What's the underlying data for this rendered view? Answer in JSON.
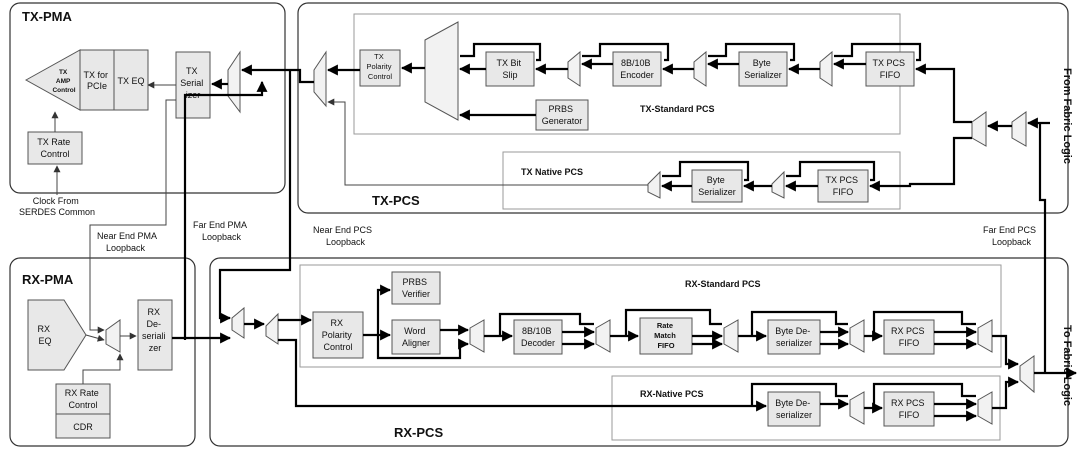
{
  "sections": {
    "tx_pma": "TX-PMA",
    "tx_pcs": "TX-PCS",
    "rx_pma": "RX-PMA",
    "rx_pcs": "RX-PCS"
  },
  "groups": {
    "tx_standard_pcs": "TX-Standard PCS",
    "tx_native_pcs": "TX Native PCS",
    "rx_standard_pcs": "RX-Standard PCS",
    "rx_native_pcs": "RX-Native PCS"
  },
  "side_labels": {
    "from_fabric": "From Fabric Logic",
    "to_fabric": "To Fabric Logic"
  },
  "blocks": {
    "tx_amp_control": [
      "TX",
      "AMP",
      "Control"
    ],
    "tx_for_pcie": [
      "TX for",
      "PCIe"
    ],
    "tx_eq": [
      "TX EQ"
    ],
    "tx_serializer": [
      "TX",
      "Serial",
      "izer"
    ],
    "tx_rate_control": [
      "TX Rate",
      "Control"
    ],
    "tx_polarity_control": [
      "TX",
      "Polarity",
      "Control"
    ],
    "tx_bit_slip": [
      "TX Bit",
      "Slip"
    ],
    "tx_8b10b_encoder": [
      "8B/10B",
      "Encoder"
    ],
    "tx_byte_serializer": [
      "Byte",
      "Serializer"
    ],
    "tx_pcs_fifo": [
      "TX PCS",
      "FIFO"
    ],
    "prbs_generator": [
      "PRBS",
      "Generator"
    ],
    "tx_native_byte_serializer": [
      "Byte",
      "Serializer"
    ],
    "tx_native_pcs_fifo": [
      "TX PCS",
      "FIFO"
    ],
    "rx_eq": [
      "RX",
      "EQ"
    ],
    "rx_deserializer": [
      "RX",
      "De-",
      "seriali",
      "zer"
    ],
    "rx_rate_control": [
      "RX Rate",
      "Control"
    ],
    "cdr": [
      "CDR"
    ],
    "rx_polarity_control": [
      "RX",
      "Polarity",
      "Control"
    ],
    "prbs_verifier": [
      "PRBS",
      "Verifier"
    ],
    "word_aligner": [
      "Word",
      "Aligner"
    ],
    "rx_8b10b_decoder": [
      "8B/10B",
      "Decoder"
    ],
    "rate_match_fifo": [
      "Rate",
      "Match",
      "FIFO"
    ],
    "rx_byte_deserializer": [
      "Byte De-",
      "serializer"
    ],
    "rx_pcs_fifo": [
      "RX PCS",
      "FIFO"
    ],
    "rx_native_byte_deserializer": [
      "Byte De-",
      "serializer"
    ],
    "rx_native_pcs_fifo": [
      "RX PCS",
      "FIFO"
    ]
  },
  "notes": {
    "clock_from_serdes": [
      "Clock From",
      "SERDES Common"
    ],
    "near_end_pma_loopback": [
      "Near End PMA",
      "Loopback"
    ],
    "far_end_pma_loopback": [
      "Far End PMA",
      "Loopback"
    ],
    "near_end_pcs_loopback": [
      "Near End PCS",
      "Loopback"
    ],
    "far_end_pcs_loopback": [
      "Far End PCS",
      "Loopback"
    ]
  }
}
